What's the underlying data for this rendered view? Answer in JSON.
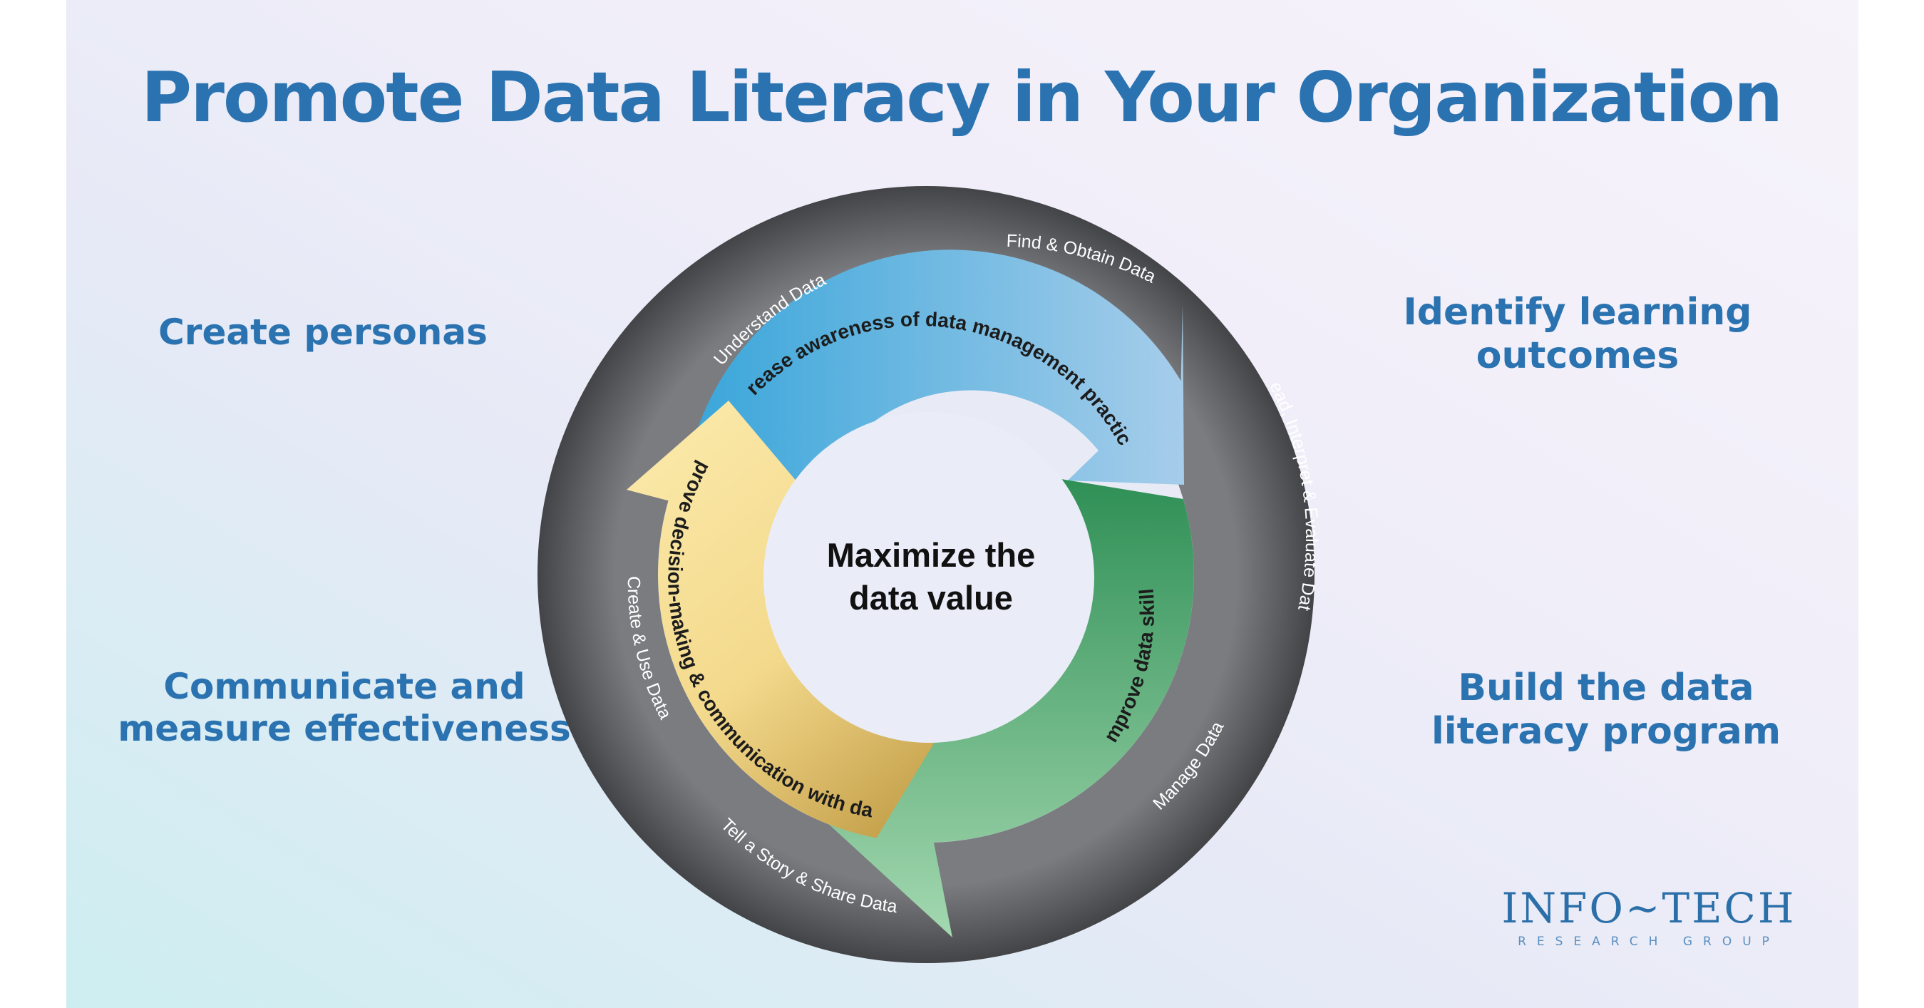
{
  "title": "Promote Data Literacy in Your Organization",
  "steps": {
    "top_left": [
      "Create personas"
    ],
    "top_right": [
      "Identify learning",
      "outcomes"
    ],
    "bottom_left": [
      "Communicate and",
      "measure effectiveness"
    ],
    "bottom_right": [
      "Build the data",
      "literacy program"
    ]
  },
  "ring_labels": {
    "understand": "Understand Data",
    "find": "Find & Obtain Data",
    "read": "Read, Interpret & Evaluate Data",
    "manage": "Manage Data",
    "story": "Tell a Story & Share Data",
    "create": "Create & Use Data"
  },
  "arrows": {
    "blue": "Increase awareness of data management practices",
    "green": "Improve data skills",
    "yellow": "Improve decision-making & communication with data"
  },
  "center": [
    "Maximize the",
    "data value"
  ],
  "logo": {
    "name": "INFO~TECH",
    "subtitle": "RESEARCH GROUP"
  },
  "colors": {
    "title": "#2b73b0",
    "ring": "#5d5e61",
    "blue_arrow": "#4aaede",
    "green_arrow": "#3a9a62",
    "yellow_arrow": "#f6df95"
  }
}
